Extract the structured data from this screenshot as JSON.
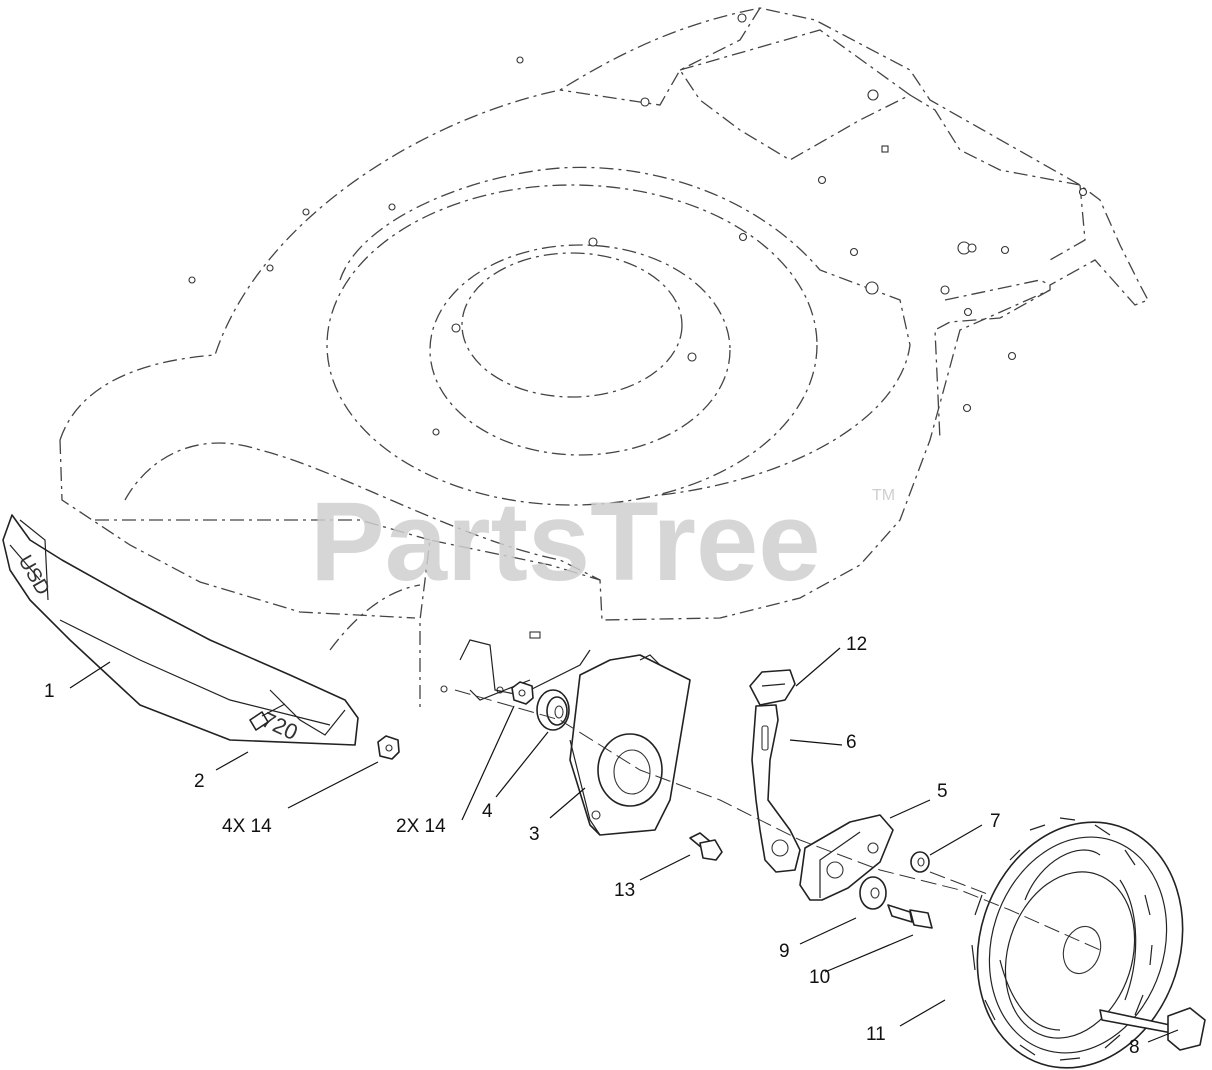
{
  "watermark": {
    "text": "PartsTree",
    "trademark": "TM"
  },
  "callouts": [
    {
      "id": "c1",
      "text": "1"
    },
    {
      "id": "c2",
      "text": "2"
    },
    {
      "id": "c2x14",
      "text": "2X 14"
    },
    {
      "id": "c3",
      "text": "3"
    },
    {
      "id": "c4",
      "text": "4"
    },
    {
      "id": "c4x14",
      "text": "4X 14"
    },
    {
      "id": "c5",
      "text": "5"
    },
    {
      "id": "c6",
      "text": "6"
    },
    {
      "id": "c7",
      "text": "7"
    },
    {
      "id": "c8",
      "text": "8"
    },
    {
      "id": "c9",
      "text": "9"
    },
    {
      "id": "c10",
      "text": "10"
    },
    {
      "id": "c11",
      "text": "11"
    },
    {
      "id": "c12",
      "text": "12"
    },
    {
      "id": "c13",
      "text": "13"
    }
  ]
}
